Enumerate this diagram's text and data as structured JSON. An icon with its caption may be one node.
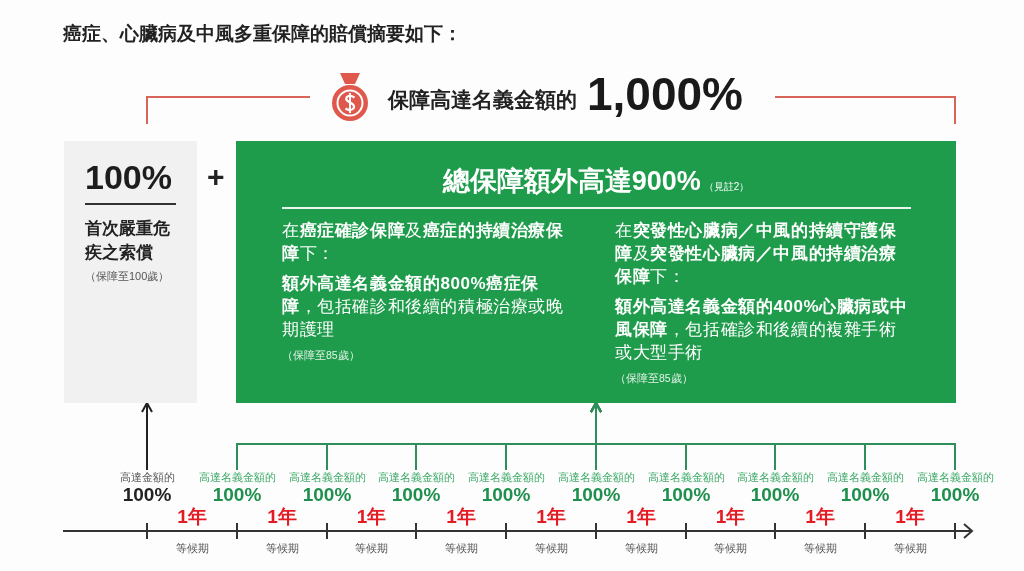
{
  "diagram": {
    "title": "癌症、心臟病及中風多重保障的賠償摘要如下：",
    "nodes": [
      {
        "text": [
          "100%",
          "首次嚴重危疾之索償",
          "（保障至100歲）"
        ]
      },
      {
        "text": [
          "總保障額外高達900%",
          "（見註2）",
          "在**癌症確診保障**及**癌症的持續治療保障**下：",
          "**額外高達名義金額的800%癌症保障**，包括確診和後續的積極治療或晚期護理",
          "（保障至85歲）",
          "在**突發性心臟病／中風的持續守護保障**及**突發性心臟病／中風的持續治療保障**下：",
          "**額外高達名義金額的400%心臟病或中風保障**，包括確診和後續的複雜手術或大型手術",
          "（保障至85歲）"
        ]
      },
      {
        "text": [
          "高達金額的",
          "100%"
        ]
      },
      {
        "text": [
          "高達名義金額的",
          "100%"
        ]
      },
      {
        "text": [
          "高達名義金額的",
          "100%"
        ]
      },
      {
        "text": [
          "高達名義金額的",
          "100%"
        ]
      },
      {
        "text": [
          "高達名義金額的",
          "100%"
        ]
      },
      {
        "text": [
          "高達名義金額的",
          "100%"
        ]
      },
      {
        "text": [
          "高達名義金額的",
          "100%"
        ]
      },
      {
        "text": [
          "高達名義金額的",
          "100%"
        ]
      },
      {
        "text": [
          "高達名義金額的",
          "100%"
        ]
      },
      {
        "text": [
          "高達名義金額的",
          "100%"
        ]
      }
    ],
    "edges": [
      {
        "from": 2,
        "to": 0,
        "arrow": "to",
        "color": "#222222"
      },
      {
        "from": 3,
        "to": 1,
        "arrow": "to"
      },
      {
        "from": 4,
        "to": 1,
        "arrow": "to"
      },
      {
        "from": 5,
        "to": 1,
        "arrow": "to"
      },
      {
        "from": 6,
        "to": 1,
        "arrow": "to"
      },
      {
        "from": 7,
        "to": 1,
        "arrow": "to"
      },
      {
        "from": 8,
        "to": 1,
        "arrow": "to"
      },
      {
        "from": 9,
        "to": 1,
        "arrow": "to"
      },
      {
        "from": 10,
        "to": 1,
        "arrow": "to"
      },
      {
        "from": 11,
        "to": 1,
        "arrow": "to"
      }
    ],
    "labels": [
      "保障高達名義金額的",
      "1,000%",
      "+",
      "1年",
      "1年",
      "1年",
      "1年",
      "1年",
      "1年",
      "1年",
      "1年",
      "1年",
      "等候期",
      "等候期",
      "等候期",
      "等候期",
      "等候期",
      "等候期",
      "等候期",
      "等候期",
      "等候期"
    ]
  }
}
